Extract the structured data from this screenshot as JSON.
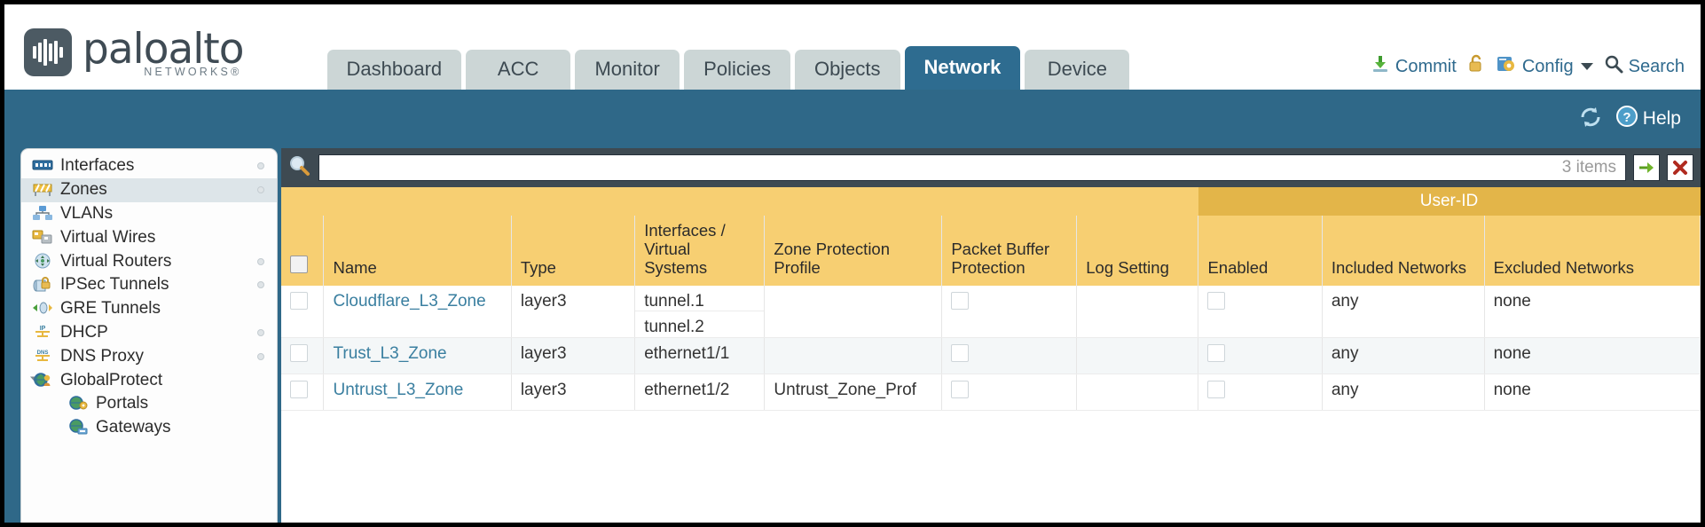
{
  "brand": {
    "name": "paloalto",
    "tagline": "NETWORKS",
    "registered": "®"
  },
  "nav": {
    "tabs": [
      {
        "label": "Dashboard",
        "active": false
      },
      {
        "label": "ACC",
        "active": false
      },
      {
        "label": "Monitor",
        "active": false
      },
      {
        "label": "Policies",
        "active": false
      },
      {
        "label": "Objects",
        "active": false
      },
      {
        "label": "Network",
        "active": true
      },
      {
        "label": "Device",
        "active": false
      }
    ]
  },
  "top_actions": {
    "commit": "Commit",
    "lock": "",
    "config": "Config",
    "search": "Search"
  },
  "blueband": {
    "help": "Help"
  },
  "sidebar": {
    "items": [
      {
        "label": "Interfaces",
        "icon": "interfaces-icon",
        "selected": false,
        "dot": true,
        "child": false,
        "arrow": false
      },
      {
        "label": "Zones",
        "icon": "zones-icon",
        "selected": true,
        "dot": true,
        "child": false,
        "arrow": false
      },
      {
        "label": "VLANs",
        "icon": "vlans-icon",
        "selected": false,
        "dot": false,
        "child": false,
        "arrow": false
      },
      {
        "label": "Virtual Wires",
        "icon": "virtual-wires-icon",
        "selected": false,
        "dot": false,
        "child": false,
        "arrow": false
      },
      {
        "label": "Virtual Routers",
        "icon": "virtual-routers-icon",
        "selected": false,
        "dot": true,
        "child": false,
        "arrow": false
      },
      {
        "label": "IPSec Tunnels",
        "icon": "ipsec-tunnels-icon",
        "selected": false,
        "dot": true,
        "child": false,
        "arrow": false
      },
      {
        "label": "GRE Tunnels",
        "icon": "gre-tunnels-icon",
        "selected": false,
        "dot": false,
        "child": false,
        "arrow": false
      },
      {
        "label": "DHCP",
        "icon": "dhcp-icon",
        "selected": false,
        "dot": true,
        "child": false,
        "arrow": false
      },
      {
        "label": "DNS Proxy",
        "icon": "dns-proxy-icon",
        "selected": false,
        "dot": true,
        "child": false,
        "arrow": false
      },
      {
        "label": "GlobalProtect",
        "icon": "globalprotect-icon",
        "selected": false,
        "dot": false,
        "child": false,
        "arrow": true
      },
      {
        "label": "Portals",
        "icon": "portals-icon",
        "selected": false,
        "dot": false,
        "child": true,
        "arrow": false
      },
      {
        "label": "Gateways",
        "icon": "gateways-icon",
        "selected": false,
        "dot": false,
        "child": true,
        "arrow": false
      }
    ]
  },
  "filter": {
    "value": "",
    "placeholder": "",
    "items_count": "3 items",
    "apply_title": "apply-filter",
    "clear_title": "clear-filter"
  },
  "table": {
    "group_header": "User-ID",
    "columns": [
      "Name",
      "Type",
      "Interfaces / Virtual Systems",
      "Zone Protection Profile",
      "Packet Buffer Protection",
      "Log Setting",
      "Enabled",
      "Included Networks",
      "Excluded Networks"
    ],
    "rows": [
      {
        "name": "Cloudflare_L3_Zone",
        "type": "layer3",
        "interfaces": [
          "tunnel.1",
          "tunnel.2"
        ],
        "zone_protection_profile": "",
        "packet_buffer_protection": false,
        "log_setting": "",
        "userid_enabled": false,
        "included_networks": "any",
        "excluded_networks": "none"
      },
      {
        "name": "Trust_L3_Zone",
        "type": "layer3",
        "interfaces": [
          "ethernet1/1"
        ],
        "zone_protection_profile": "",
        "packet_buffer_protection": false,
        "log_setting": "",
        "userid_enabled": false,
        "included_networks": "any",
        "excluded_networks": "none"
      },
      {
        "name": "Untrust_L3_Zone",
        "type": "layer3",
        "interfaces": [
          "ethernet1/2"
        ],
        "zone_protection_profile": "Untrust_Zone_Prof",
        "packet_buffer_protection": false,
        "log_setting": "",
        "userid_enabled": false,
        "included_networks": "any",
        "excluded_networks": "none"
      }
    ]
  },
  "colors": {
    "header_blue": "#2f6888",
    "tab_active": "#2e6c90",
    "table_header": "#f7cf72",
    "table_group_header": "#e3b549",
    "link": "#3a7fa0"
  }
}
